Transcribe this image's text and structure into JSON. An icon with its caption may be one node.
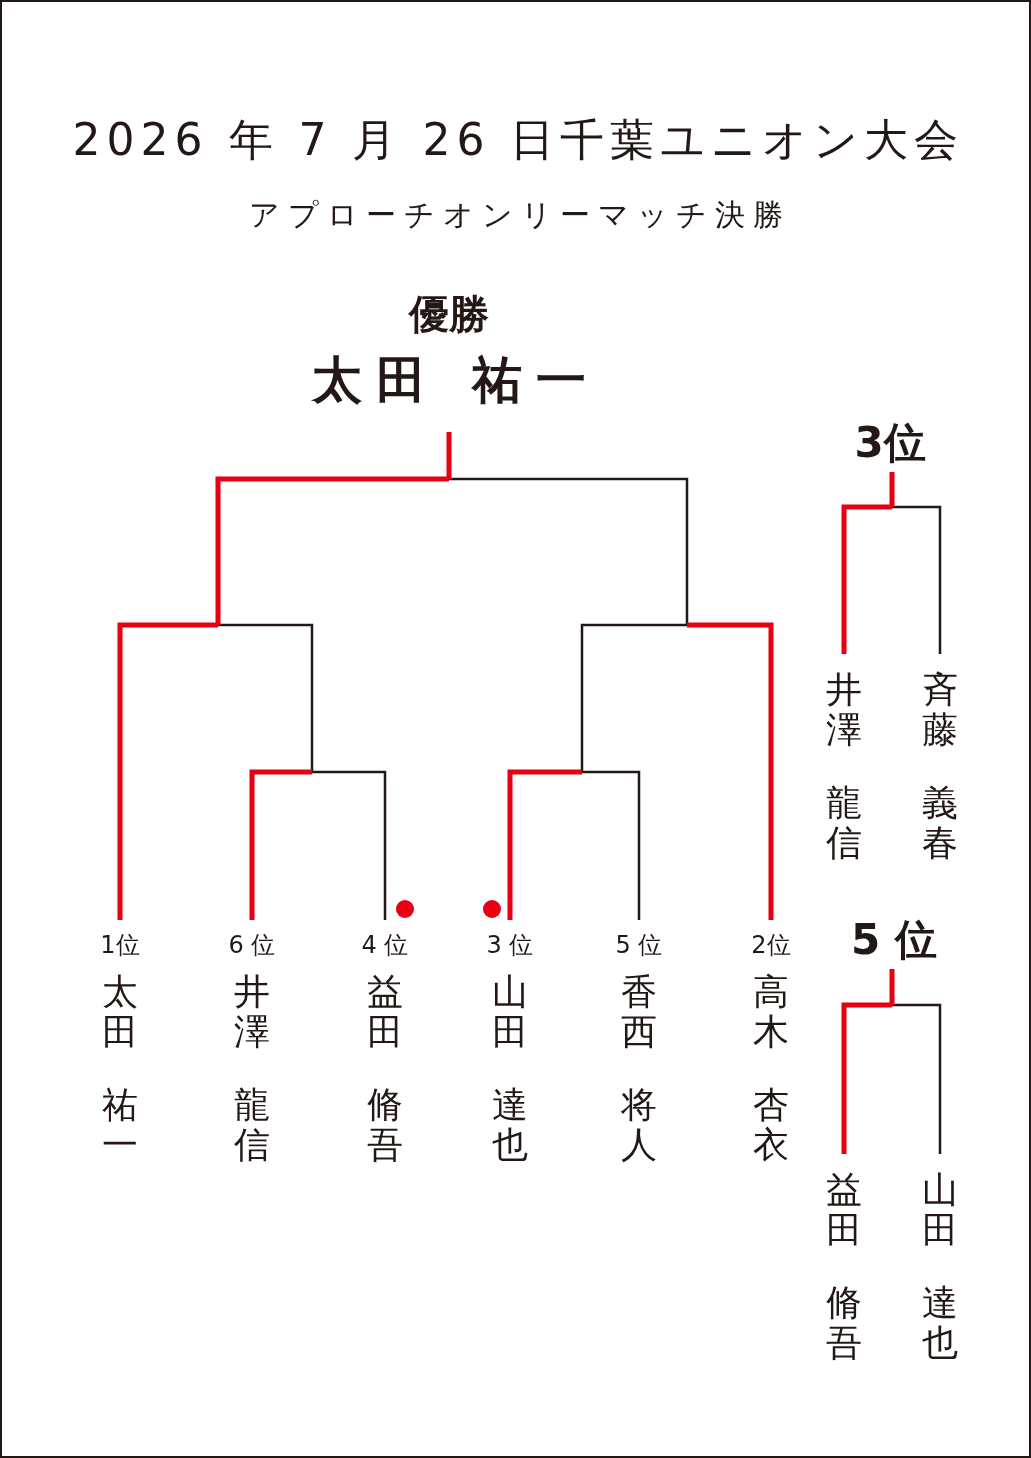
{
  "diagram": {
    "title": "2026 年 7 月 26 日千葉ユニオン大会",
    "nodes": [
      {
        "text": [
          "優勝",
          "太田 祐一"
        ]
      },
      {
        "text": [
          "1位",
          "太田",
          "祐一"
        ]
      },
      {
        "text": [
          "6 位",
          "井澤",
          "龍信"
        ]
      },
      {
        "text": [
          "4 位",
          "益田",
          "脩吾"
        ]
      },
      {
        "text": [
          "3 位",
          "山田",
          "達也"
        ]
      },
      {
        "text": [
          "5 位",
          "香西",
          "将人"
        ]
      },
      {
        "text": [
          "2位",
          "高木",
          "杏衣"
        ]
      },
      {
        "text": [
          "3位"
        ]
      },
      {
        "text": [
          "井澤",
          "龍信"
        ]
      },
      {
        "text": [
          "斉藤",
          "義春"
        ]
      },
      {
        "text": [
          "5 位"
        ]
      },
      {
        "text": [
          "益田",
          "脩吾"
        ]
      },
      {
        "text": [
          "山田",
          "達也"
        ]
      }
    ],
    "edges": [
      {
        "from": 1,
        "to": 0,
        "arrow": "none",
        "style": "thick",
        "color": "#e60012"
      },
      {
        "from": 2,
        "to": 0,
        "arrow": "none",
        "style": "thick",
        "color": "#e60012"
      },
      {
        "from": 3,
        "to": 0,
        "arrow": "none",
        "style": "thick",
        "color": "#e60012"
      },
      {
        "from": 4,
        "to": 0,
        "arrow": "none",
        "color": "#231815"
      },
      {
        "from": 5,
        "to": 0,
        "arrow": "none",
        "color": "#231815"
      },
      {
        "from": 6,
        "to": 0,
        "arrow": "none",
        "color": "#231815"
      },
      {
        "from": 8,
        "to": 7,
        "arrow": "none",
        "style": "thick",
        "color": "#e60012"
      },
      {
        "from": 9,
        "to": 7,
        "arrow": "none",
        "color": "#231815"
      },
      {
        "from": 11,
        "to": 10,
        "arrow": "none",
        "style": "thick",
        "color": "#e60012"
      },
      {
        "from": 12,
        "to": 10,
        "arrow": "none",
        "color": "#231815"
      }
    ],
    "labels": [
      "アプローチオンリーマッチ決勝"
    ]
  }
}
